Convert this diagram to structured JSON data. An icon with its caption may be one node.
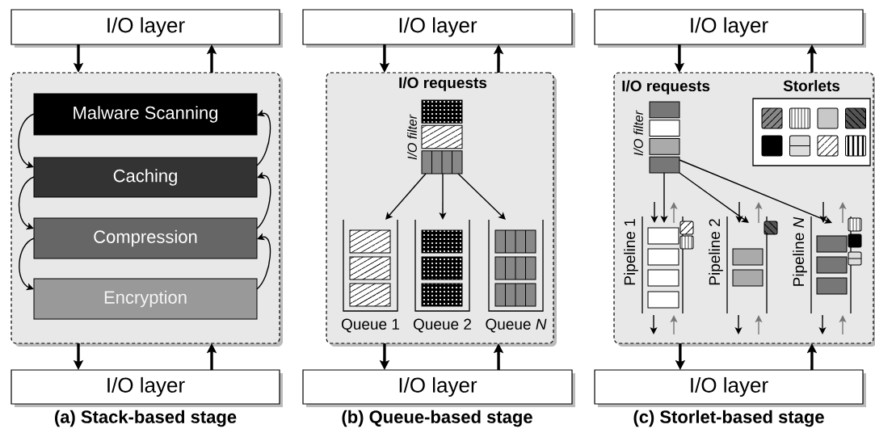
{
  "diagram": {
    "nodes": [
      {
        "text": [
          "I/O layer"
        ]
      },
      {
        "text": [],
        "shape": "box"
      },
      {
        "text": [
          "Malware Scanning"
        ],
        "in": 1
      },
      {
        "text": [
          "Caching"
        ],
        "in": 1
      },
      {
        "text": [
          "Compression"
        ],
        "in": 1
      },
      {
        "text": [
          "Encryption"
        ],
        "in": 1
      },
      {
        "text": [
          "I/O layer"
        ]
      },
      {
        "text": [
          "I/O layer"
        ]
      },
      {
        "text": [],
        "shape": "box"
      },
      {
        "text": [
          "I/O requests",
          "I/O filter"
        ],
        "in": 8
      },
      {
        "text": [
          "Queue 1"
        ],
        "in": 8
      },
      {
        "text": [
          "Queue 2"
        ],
        "in": 8
      },
      {
        "text": [
          "Queue *N*"
        ],
        "in": 8
      },
      {
        "text": [
          "I/O layer"
        ]
      },
      {
        "text": [
          "I/O layer"
        ]
      },
      {
        "text": [],
        "shape": "box"
      },
      {
        "text": [
          "I/O requests",
          "I/O filter"
        ],
        "in": 15
      },
      {
        "text": [
          "Storlets"
        ],
        "in": 15
      },
      {
        "text": [
          "Pipeline 1"
        ],
        "in": 15
      },
      {
        "text": [
          "Pipeline 2"
        ],
        "in": 15
      },
      {
        "text": [
          "Pipeline *N*"
        ],
        "in": 15
      },
      {
        "text": [
          "I/O layer"
        ]
      }
    ],
    "edges": [
      {
        "from": 0,
        "to": 1,
        "arrow": "to",
        "style": "thick"
      },
      {
        "from": 1,
        "to": 0,
        "arrow": "to",
        "style": "thick"
      },
      {
        "from": 2,
        "to": 3,
        "arrow": "to"
      },
      {
        "from": 3,
        "to": 4,
        "arrow": "to"
      },
      {
        "from": 4,
        "to": 5,
        "arrow": "to"
      },
      {
        "from": 5,
        "to": 4,
        "arrow": "to"
      },
      {
        "from": 4,
        "to": 3,
        "arrow": "to"
      },
      {
        "from": 3,
        "to": 2,
        "arrow": "to"
      },
      {
        "from": 1,
        "to": 6,
        "arrow": "to",
        "style": "thick"
      },
      {
        "from": 6,
        "to": 1,
        "arrow": "to",
        "style": "thick"
      },
      {
        "from": 7,
        "to": 8,
        "arrow": "to",
        "style": "thick"
      },
      {
        "from": 8,
        "to": 7,
        "arrow": "to",
        "style": "thick"
      },
      {
        "from": 9,
        "to": 10,
        "arrow": "to"
      },
      {
        "from": 9,
        "to": 11,
        "arrow": "to"
      },
      {
        "from": 9,
        "to": 12,
        "arrow": "to"
      },
      {
        "from": 8,
        "to": 13,
        "arrow": "to",
        "style": "thick"
      },
      {
        "from": 13,
        "to": 8,
        "arrow": "to",
        "style": "thick"
      },
      {
        "from": 14,
        "to": 15,
        "arrow": "to",
        "style": "thick"
      },
      {
        "from": 15,
        "to": 14,
        "arrow": "to",
        "style": "thick"
      },
      {
        "from": 16,
        "to": 18,
        "arrow": "to"
      },
      {
        "from": 16,
        "to": 19,
        "arrow": "to"
      },
      {
        "from": 16,
        "to": 20,
        "arrow": "to"
      },
      {
        "from": 15,
        "to": 21,
        "arrow": "to",
        "style": "thick"
      },
      {
        "from": 21,
        "to": 15,
        "arrow": "to",
        "style": "thick"
      },
      {
        "from": null,
        "to": 18,
        "arrow": "to"
      },
      {
        "from": 18,
        "to": null,
        "arrow": "to",
        "color": "#777777"
      },
      {
        "from": 18,
        "to": null,
        "arrow": "to"
      },
      {
        "from": null,
        "to": 18,
        "arrow": "to",
        "color": "#777777"
      },
      {
        "from": null,
        "to": 19,
        "arrow": "to"
      },
      {
        "from": 19,
        "to": null,
        "arrow": "to",
        "color": "#777777"
      },
      {
        "from": 19,
        "to": null,
        "arrow": "to"
      },
      {
        "from": null,
        "to": 19,
        "arrow": "to",
        "color": "#777777"
      },
      {
        "from": null,
        "to": 20,
        "arrow": "to"
      },
      {
        "from": 20,
        "to": null,
        "arrow": "to",
        "color": "#777777"
      },
      {
        "from": 20,
        "to": null,
        "arrow": "to"
      },
      {
        "from": null,
        "to": 20,
        "arrow": "to",
        "color": "#777777"
      }
    ],
    "labels": [
      "(a) Stack-based stage",
      "(b) Queue-based stage",
      "(c) Storlet-based stage"
    ]
  }
}
